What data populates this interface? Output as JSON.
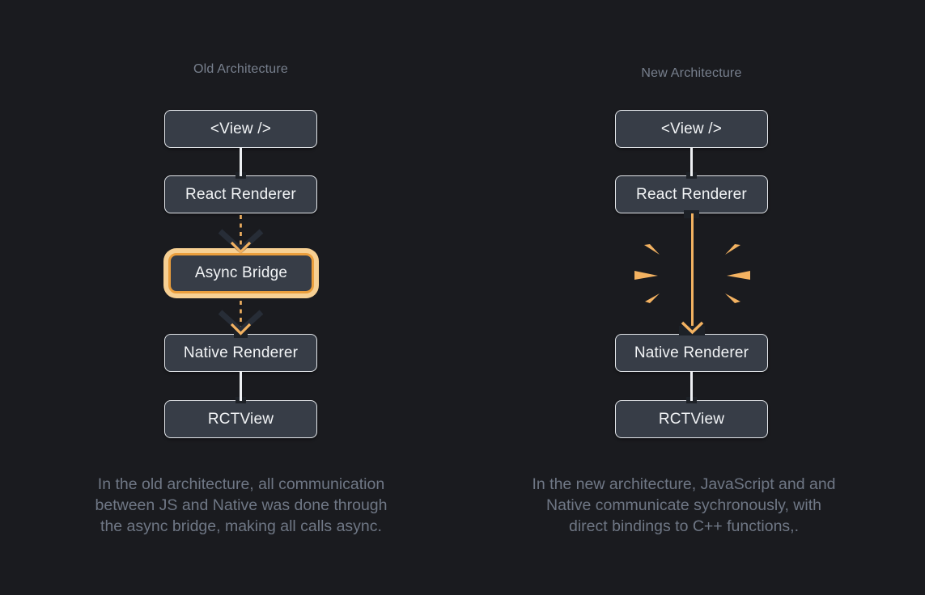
{
  "old": {
    "title": "Old Architecture",
    "boxes": [
      "<View />",
      "React Renderer",
      "Async Bridge",
      "Native Renderer",
      "RCTView"
    ],
    "caption": "In the old architecture, all communication\nbetween JS and Native was done through\nthe async bridge, making all calls async."
  },
  "new": {
    "title": "New Architecture",
    "boxes": [
      "<View />",
      "React Renderer",
      "Native Renderer",
      "RCTView"
    ],
    "caption": "In the new architecture, JavaScript and and\nNative communicate sychronously, with\ndirect bindings to C++ functions,."
  },
  "colors": {
    "bg": "#1a1b1f",
    "boxBg": "#373d47",
    "boxBorder": "#e3e6ea",
    "boxText": "#f2f4f6",
    "muted": "#6f7785",
    "titleMuted": "#78808e",
    "orange": "#f3b261",
    "paleOrange": "#f7d093",
    "deepOrange": "#eb9f3d",
    "darkChevron": "#272d37",
    "notch": "#1d2127",
    "lineWhite": "#eef0f3"
  }
}
